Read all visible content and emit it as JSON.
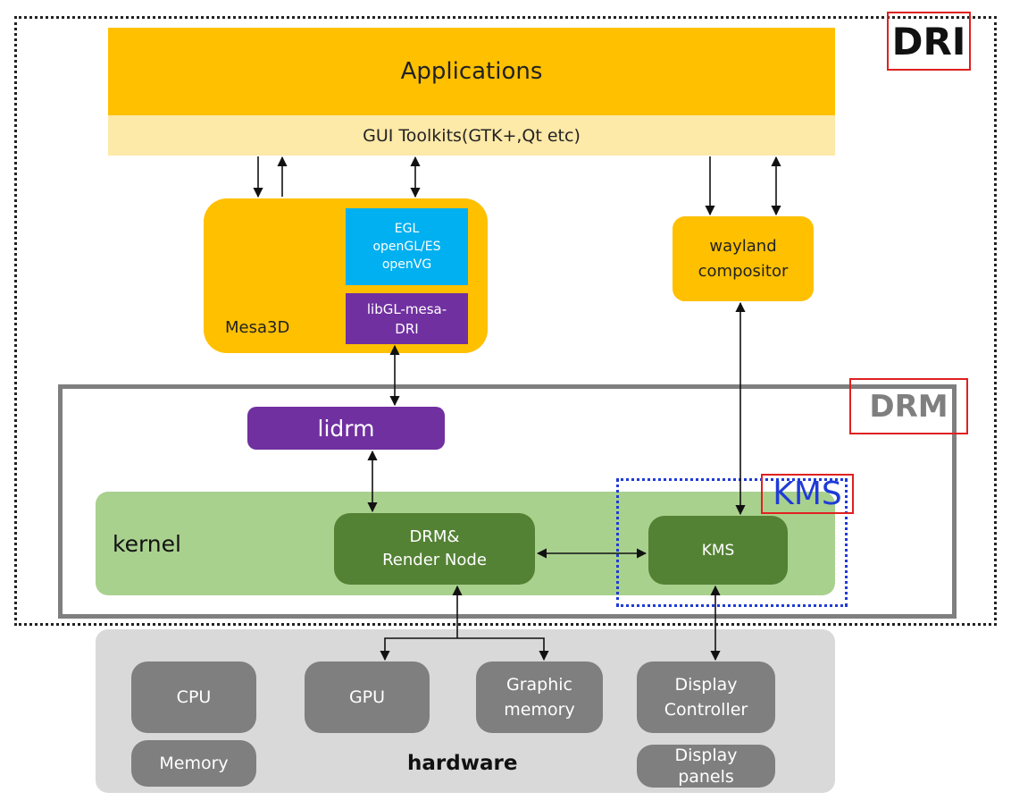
{
  "layers": {
    "applications": "Applications",
    "gui_toolkits": "GUI Toolkits(GTK+,Qt etc)"
  },
  "mesa": {
    "label": "Mesa3D",
    "egl_lines": [
      "EGL",
      "openGL/ES",
      "openVG"
    ],
    "libgl_lines": [
      "libGL-mesa-",
      "DRI"
    ]
  },
  "wayland": {
    "lines": [
      "wayland",
      "compositor"
    ]
  },
  "drm": {
    "lidrm": "lidrm"
  },
  "kernel": {
    "label": "kernel",
    "drm_node_lines": [
      "DRM&",
      "Render Node"
    ],
    "kms": "KMS"
  },
  "hardware": {
    "label": "hardware",
    "cpu": "CPU",
    "memory": "Memory",
    "gpu": "GPU",
    "graphic_memory_lines": [
      "Graphic",
      "memory"
    ],
    "display_controller_lines": [
      "Display",
      "Controller"
    ],
    "display_panels_lines": [
      "Display",
      "panels"
    ]
  },
  "tags": {
    "dri": "DRI",
    "drm": "DRM",
    "kms": "KMS"
  },
  "colors": {
    "applications": "#ffc000",
    "toolkits": "#fde9a8",
    "egl": "#00b0f0",
    "libgl": "#7030a0",
    "kernel_area": "#a9d18e",
    "kernel_node": "#548235",
    "hardware_area": "#d9d9d9",
    "hardware_node": "#7f7f7f",
    "tag_border": "#e02020",
    "kms_frame": "#1f3bd6"
  }
}
